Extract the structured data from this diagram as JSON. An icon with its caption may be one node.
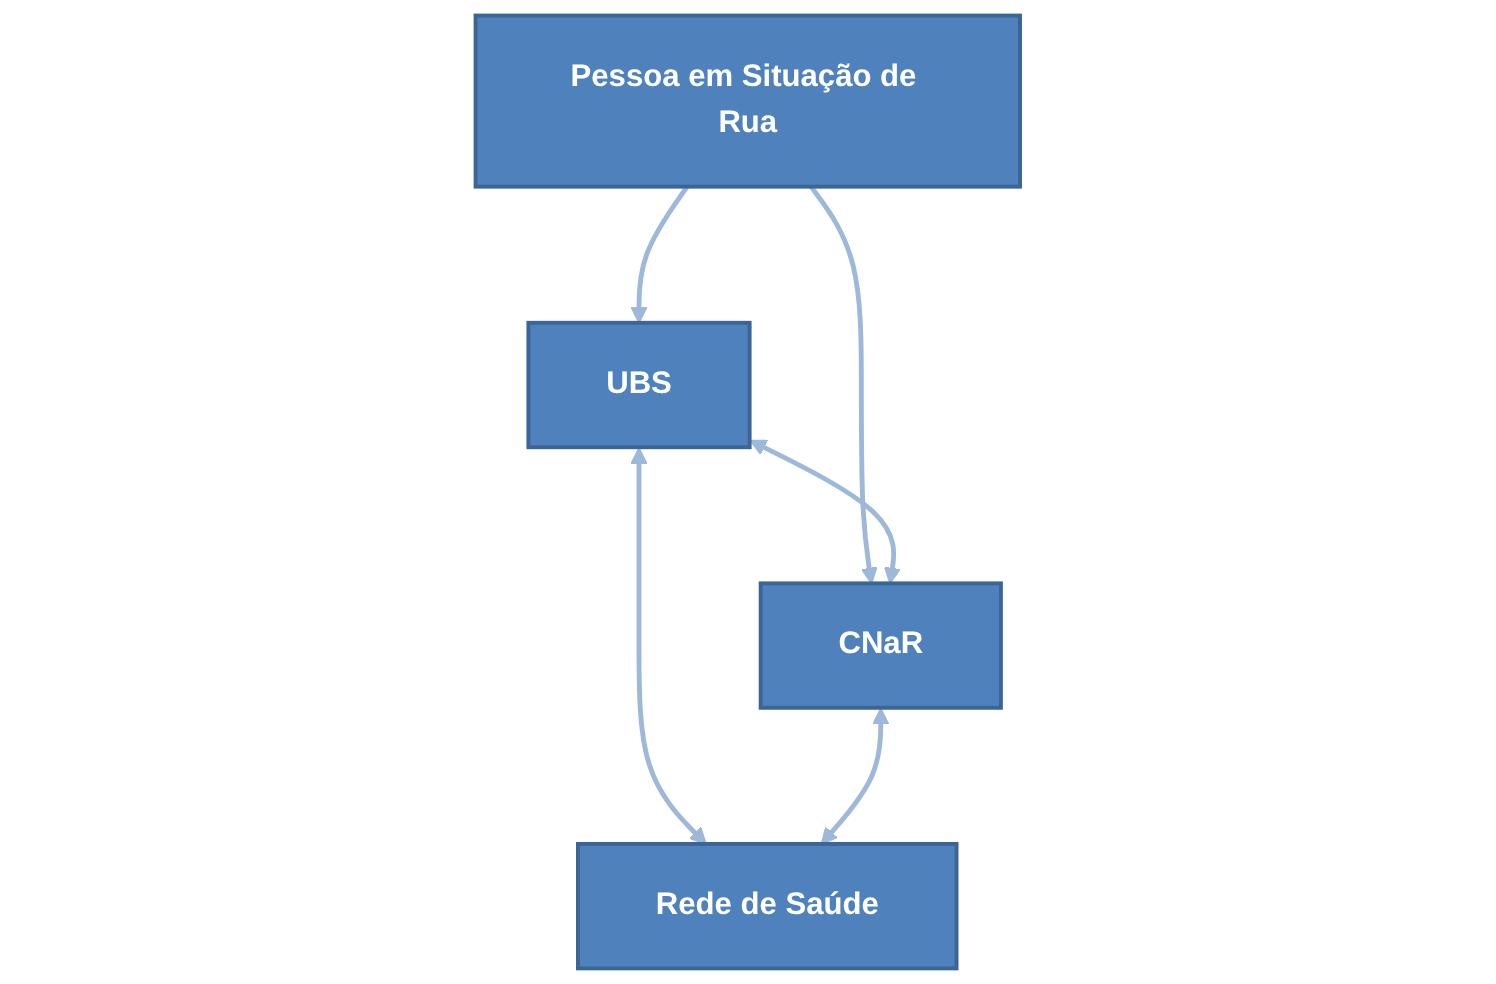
{
  "diagram": {
    "nodes": [
      {
        "text": [
          "Pessoa em Situação de Rua"
        ]
      },
      {
        "text": [
          "UBS"
        ]
      },
      {
        "text": [
          "CNaR"
        ]
      },
      {
        "text": [
          "Rede de Saúde"
        ]
      }
    ],
    "edges": [
      {
        "from": 0,
        "to": 1,
        "arrow": "to"
      },
      {
        "from": 0,
        "to": 2,
        "arrow": "to"
      },
      {
        "from": 1,
        "to": 2,
        "arrow": "both"
      },
      {
        "from": 1,
        "to": 3,
        "arrow": "both"
      },
      {
        "from": 2,
        "to": 3,
        "arrow": "both"
      }
    ]
  }
}
